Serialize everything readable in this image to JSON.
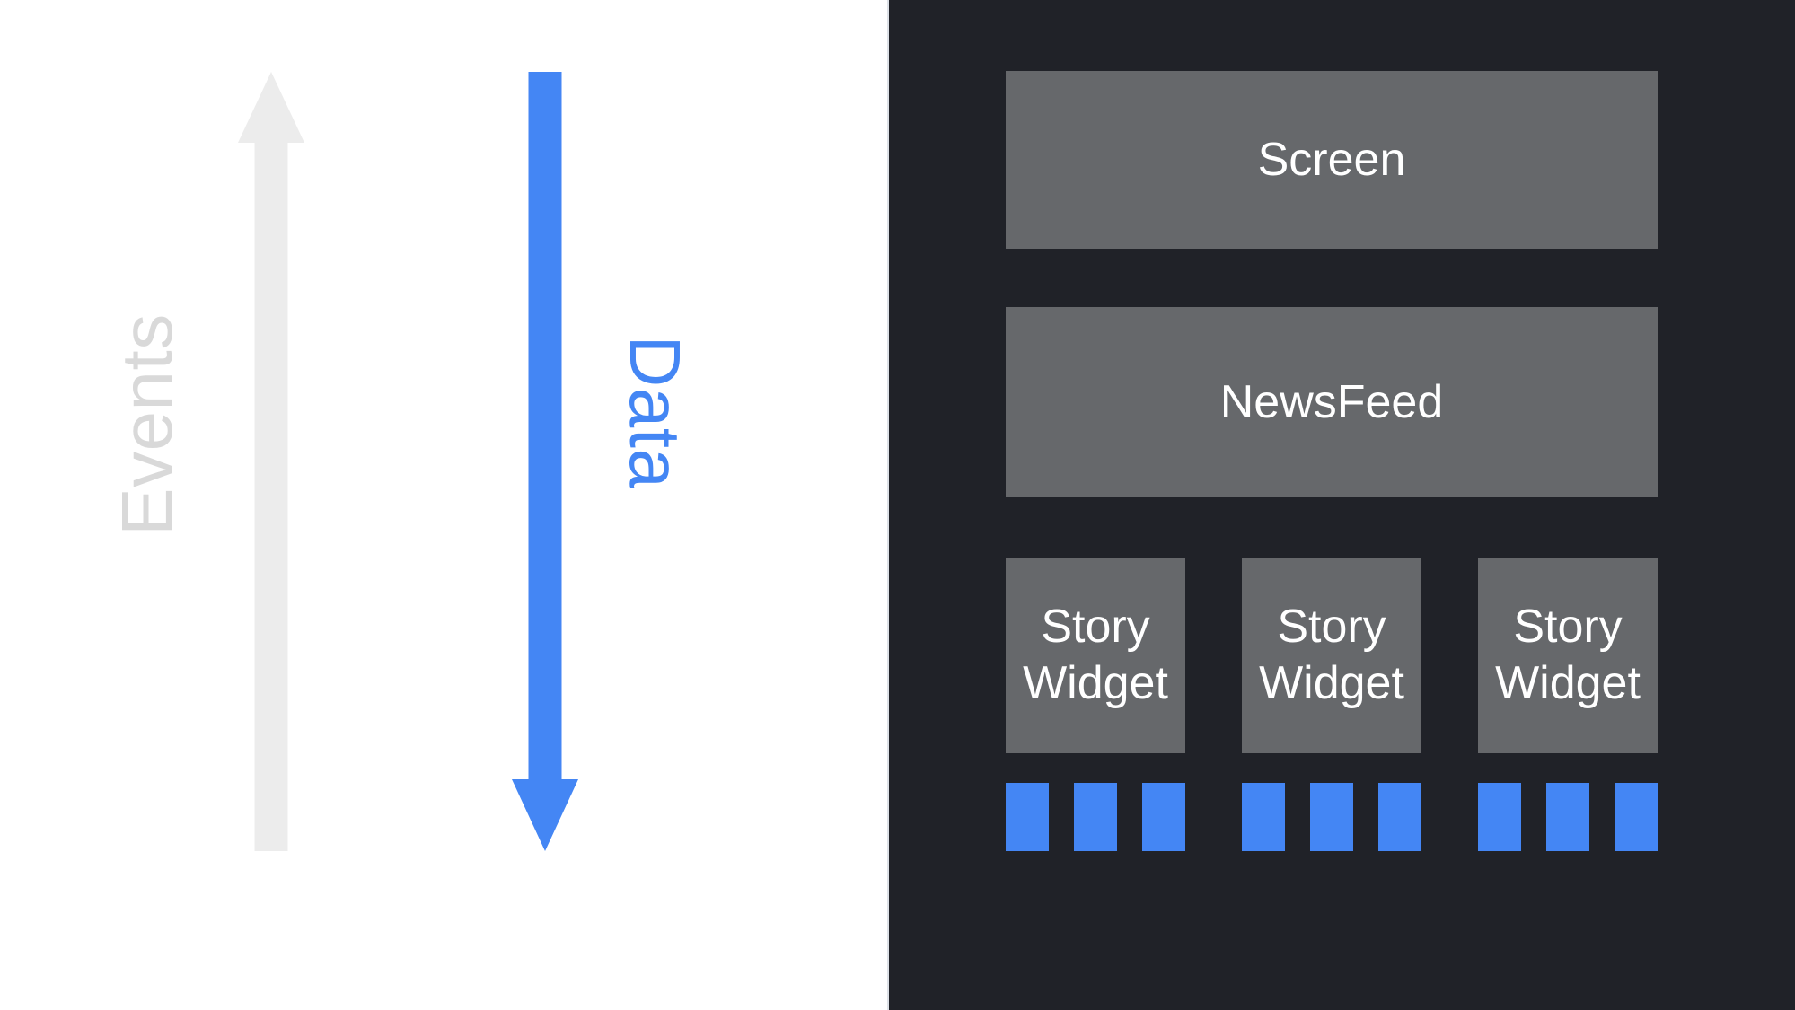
{
  "palette": {
    "background_left": "#ffffff",
    "background_right": "#202228",
    "box_gray": "#66686b",
    "accent_blue": "#4486f4",
    "arrow_gray": "#ececec",
    "events_text_gray": "#d9d9d9",
    "box_text_white": "#ffffff"
  },
  "left_panel": {
    "events_label": "Events",
    "data_label": "Data",
    "icons": {
      "events_arrow": "up-arrow",
      "data_arrow": "down-arrow"
    }
  },
  "right_panel": {
    "screen_box": {
      "label": "Screen"
    },
    "newsfeed_box": {
      "label": "NewsFeed"
    },
    "story_widgets": [
      {
        "label": "Story Widget"
      },
      {
        "label": "Story Widget"
      },
      {
        "label": "Story Widget"
      }
    ],
    "data_chips_per_widget": 3
  }
}
